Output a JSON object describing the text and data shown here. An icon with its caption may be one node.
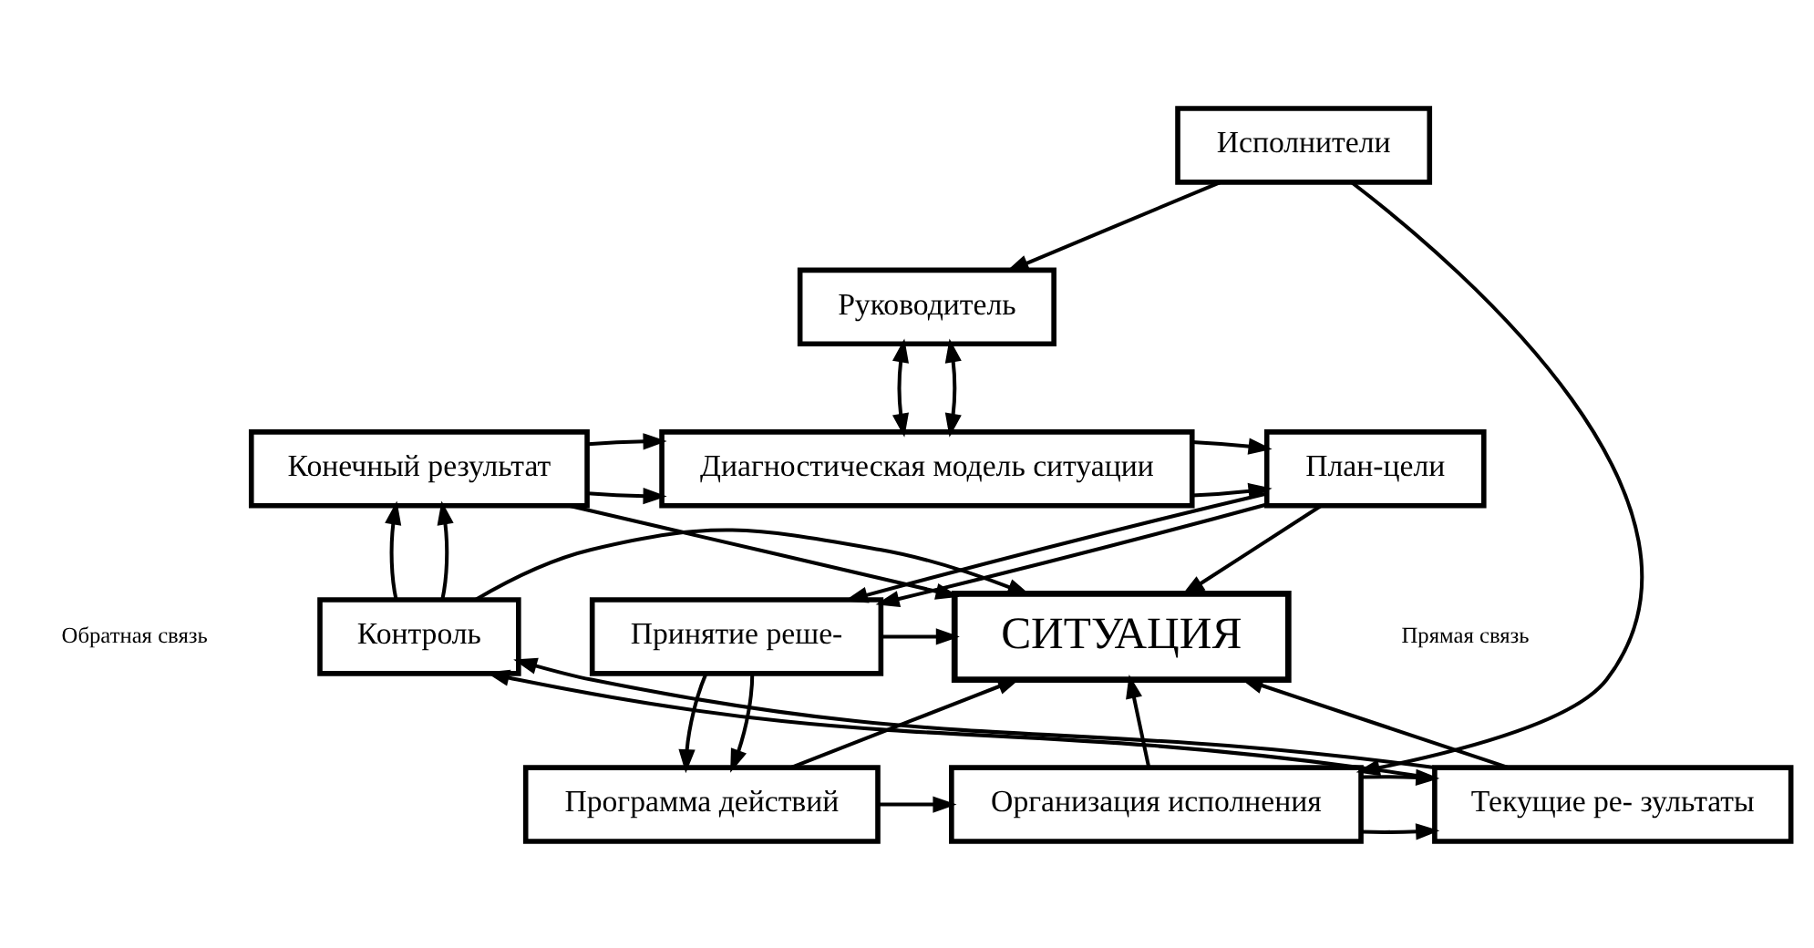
{
  "diagram": {
    "nodes": [
      {
        "text": [
          "Руководитель"
        ]
      },
      {
        "text": [
          "План-цели"
        ]
      },
      {
        "text": [
          "Диагностическая модель ситуации"
        ]
      },
      {
        "text": [
          "Конечный результат"
        ]
      },
      {
        "text": [
          "СИТУАЦИЯ"
        ]
      },
      {
        "text": [
          "Контроль"
        ]
      },
      {
        "text": [
          "Принятие реше-"
        ]
      },
      {
        "text": [
          "Текущие ре- зультаты"
        ]
      },
      {
        "text": [
          "Программа действий"
        ]
      },
      {
        "text": [
          "Организация исполнения"
        ]
      },
      {
        "text": [
          "Исполнители"
        ]
      }
    ],
    "edges": [
      {
        "from": 0,
        "to": 2,
        "arrow": "both"
      },
      {
        "from": 0,
        "to": 2,
        "arrow": "both"
      },
      {
        "from": 10,
        "to": 0,
        "arrow": "to"
      },
      {
        "from": 2,
        "to": 1,
        "arrow": "to"
      },
      {
        "from": 2,
        "to": 1,
        "arrow": "to"
      },
      {
        "from": 1,
        "to": 4,
        "arrow": "to"
      },
      {
        "from": 1,
        "to": 6,
        "arrow": "to"
      },
      {
        "from": 1,
        "to": 6,
        "arrow": "to"
      },
      {
        "from": 6,
        "to": 4,
        "arrow": "to"
      },
      {
        "from": 6,
        "to": 8,
        "arrow": "to"
      },
      {
        "from": 6,
        "to": 8,
        "arrow": "to"
      },
      {
        "from": 8,
        "to": 4,
        "arrow": "to"
      },
      {
        "from": 8,
        "to": 9,
        "arrow": "to"
      },
      {
        "from": 10,
        "to": 9,
        "arrow": "to"
      },
      {
        "from": 9,
        "to": 4,
        "arrow": "to"
      },
      {
        "from": 9,
        "to": 7,
        "arrow": "to"
      },
      {
        "from": 9,
        "to": 7,
        "arrow": "to"
      },
      {
        "from": 7,
        "to": 4,
        "arrow": "to"
      },
      {
        "from": 7,
        "to": 5,
        "arrow": "to"
      },
      {
        "from": 7,
        "to": 5,
        "arrow": "to"
      },
      {
        "from": 5,
        "to": 4,
        "arrow": "to"
      },
      {
        "from": 5,
        "to": 3,
        "arrow": "to"
      },
      {
        "from": 5,
        "to": 3,
        "arrow": "to"
      },
      {
        "from": 3,
        "to": 2,
        "arrow": "to"
      },
      {
        "from": 3,
        "to": 2,
        "arrow": "to"
      },
      {
        "from": 3,
        "to": 4,
        "arrow": "to"
      }
    ],
    "labels": [
      "Прямая связь",
      "Обратная связь"
    ]
  }
}
